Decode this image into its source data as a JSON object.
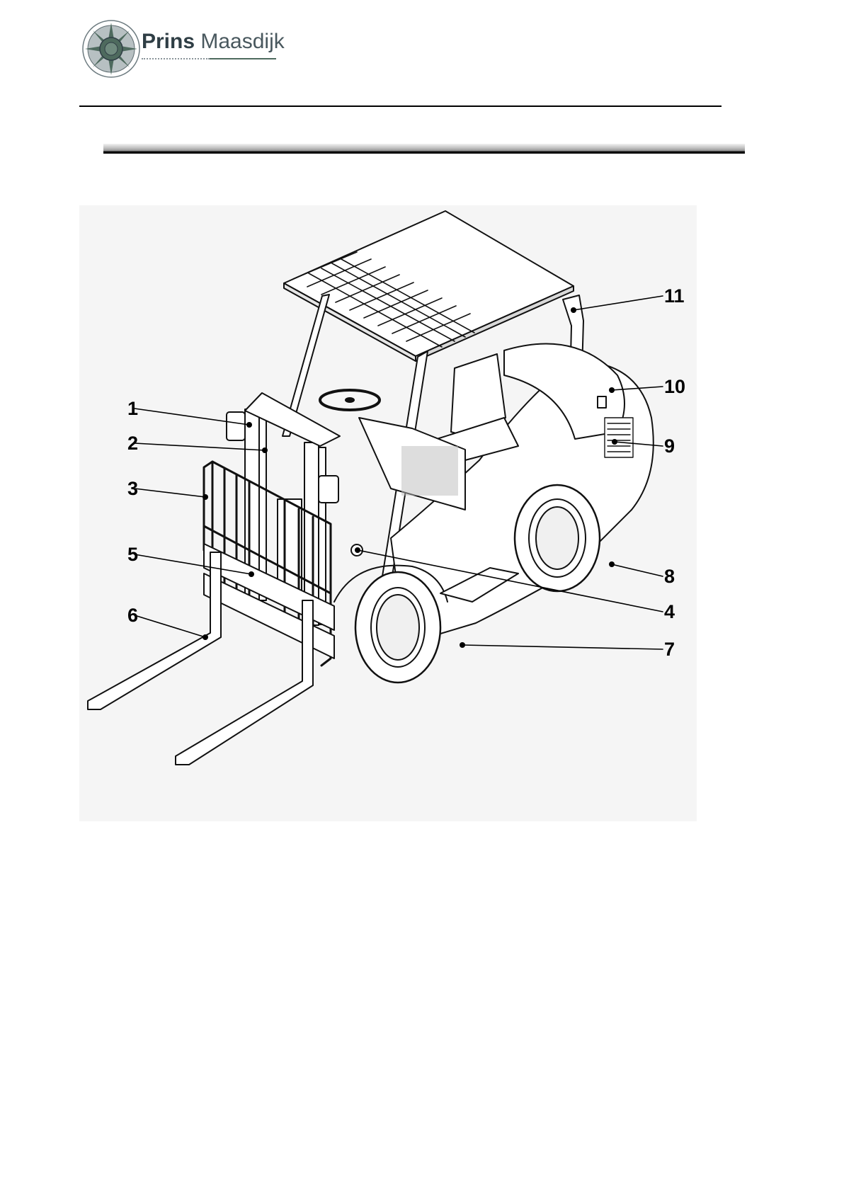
{
  "header": {
    "brand_bold": "Prins",
    "brand_light": "Maasdijk",
    "colors": {
      "rule": "#000000",
      "brand_ring": "#4e6a5e"
    }
  },
  "figure": {
    "subject": "forklift-parts-diagram",
    "callouts": [
      {
        "id": "c1",
        "label": "1"
      },
      {
        "id": "c2",
        "label": "2"
      },
      {
        "id": "c3",
        "label": "3"
      },
      {
        "id": "c5",
        "label": "5"
      },
      {
        "id": "c6",
        "label": "6"
      },
      {
        "id": "c11",
        "label": "11"
      },
      {
        "id": "c10",
        "label": "10"
      },
      {
        "id": "c9",
        "label": "9"
      },
      {
        "id": "c8",
        "label": "8"
      },
      {
        "id": "c4",
        "label": "4"
      },
      {
        "id": "c7",
        "label": "7"
      }
    ]
  }
}
